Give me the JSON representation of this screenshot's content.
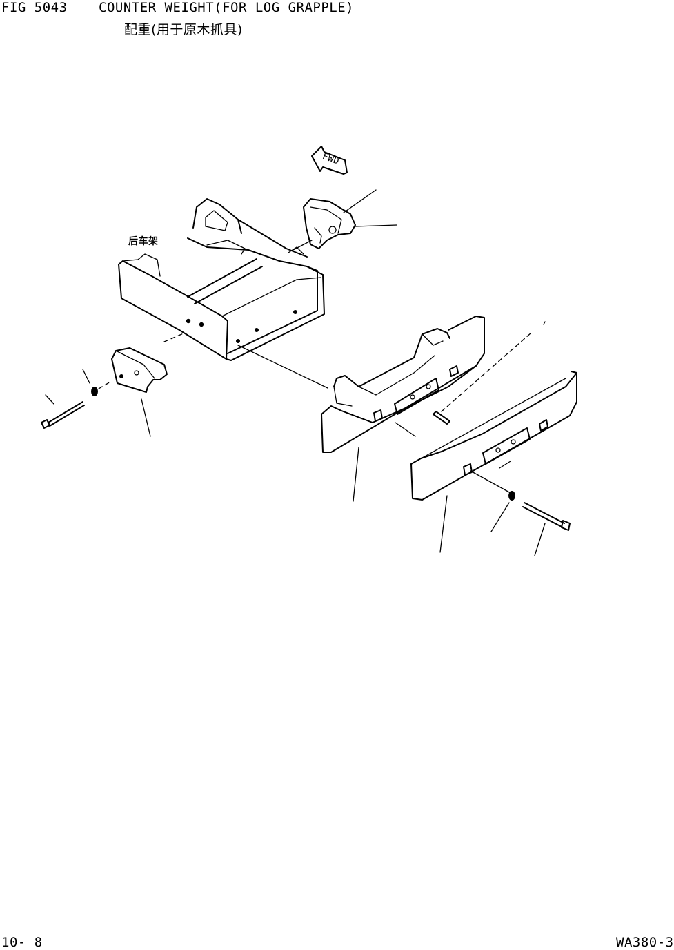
{
  "header": {
    "fig_label": "FIG 5043",
    "title": "COUNTER WEIGHT(FOR LOG GRAPPLE)",
    "subtitle": "配重(用于原木抓具)"
  },
  "diagram": {
    "frame_label": "后车架",
    "direction_arrow": "FWD",
    "parts": [
      "rear-frame",
      "left-side-weight",
      "right-side-weight",
      "inner-counterweight",
      "outer-counterweight",
      "bolt",
      "washer",
      "pin"
    ]
  },
  "footer": {
    "page_number": "10- 8",
    "model": "WA380-3"
  }
}
